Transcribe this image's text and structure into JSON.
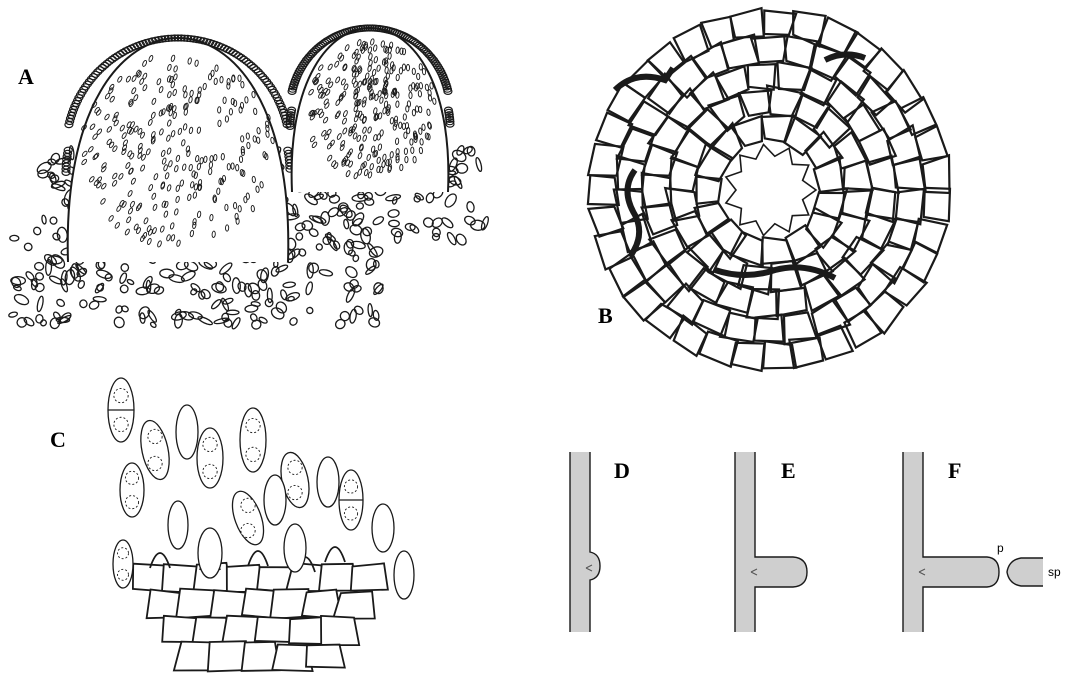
{
  "panels": {
    "a": {
      "label": "A"
    },
    "b": {
      "label": "B"
    },
    "c": {
      "label": "C"
    },
    "d": {
      "label": "D"
    },
    "e": {
      "label": "E"
    },
    "f": {
      "label": "F",
      "annotations": {
        "p": "p",
        "sp": "sp"
      }
    }
  },
  "colors": {
    "ink": "#1a1a1a",
    "stipple": "#cfcfcf",
    "wall": "#bdbdbd"
  }
}
